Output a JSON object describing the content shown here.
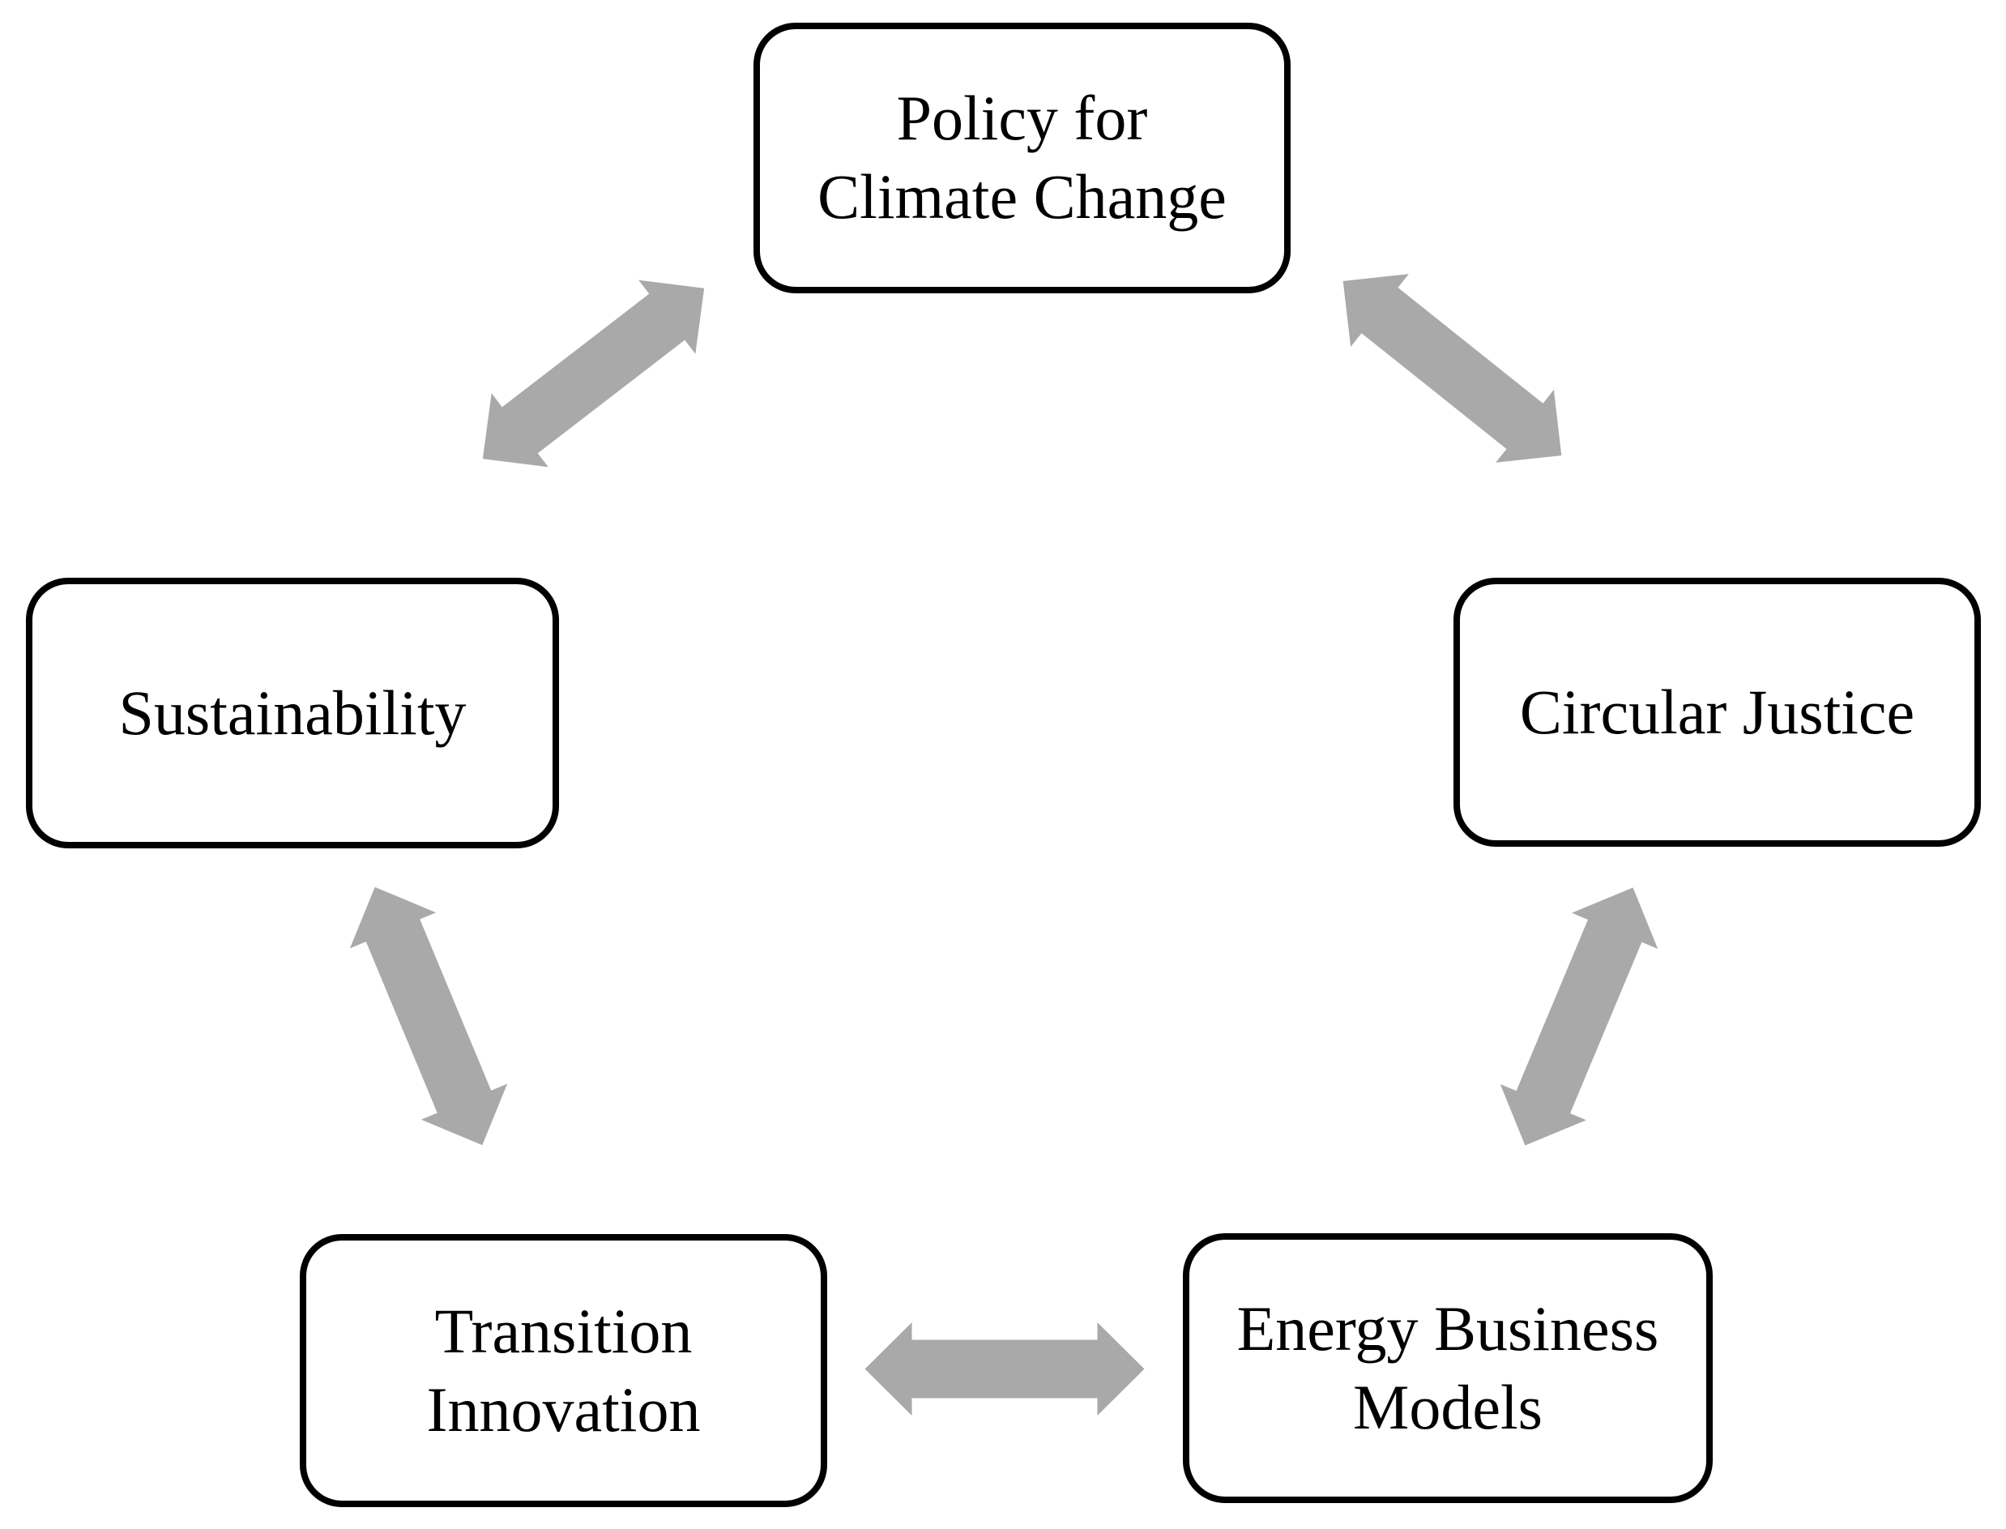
{
  "diagram": {
    "title": "",
    "background_color": "#ffffff",
    "box_fill_color": "#ffffff",
    "box_border_color": "#000000",
    "text_color": "#000000",
    "arrow_color": "#a9a9a9",
    "arrow_style": "double-headed",
    "nodes": {
      "policy_climate_change": {
        "label": "Policy for\nClimate Change"
      },
      "circular_justice": {
        "label": "Circular Justice"
      },
      "energy_business_models": {
        "label": "Energy Business\nModels"
      },
      "transition_innovation": {
        "label": "Transition\nInnovation"
      },
      "sustainability": {
        "label": "Sustainability"
      }
    },
    "edges": [
      {
        "from": "sustainability",
        "to": "policy_climate_change",
        "direction": "bidirectional"
      },
      {
        "from": "policy_climate_change",
        "to": "circular_justice",
        "direction": "bidirectional"
      },
      {
        "from": "circular_justice",
        "to": "energy_business_models",
        "direction": "bidirectional"
      },
      {
        "from": "energy_business_models",
        "to": "transition_innovation",
        "direction": "bidirectional"
      },
      {
        "from": "transition_innovation",
        "to": "sustainability",
        "direction": "bidirectional"
      }
    ]
  }
}
